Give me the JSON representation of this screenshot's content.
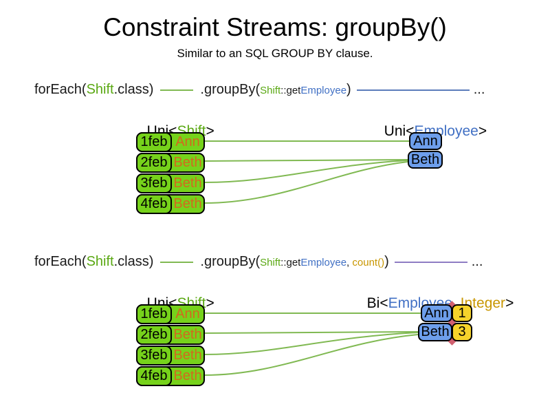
{
  "slide": {
    "title": "Constraint Streams: groupBy()",
    "subtitle": "Similar to an SQL GROUP BY clause."
  },
  "colors": {
    "shift_box_green": "#76d21b",
    "employee_box_blue": "#6d9eeb",
    "count_box_yellow": "#f6d32b",
    "shift_text_green": "#5aa813",
    "employee_text_blue": "#4170c4",
    "integer_text_gold": "#c89600",
    "employee_name_orange": "#d2691e",
    "connector_green": "#80b952",
    "connector_blue": "#5b7cba",
    "connector_purple": "#8e7cc3",
    "seam_diamond_pink": "#d06070"
  },
  "section1": {
    "code": {
      "foreach": "forEach(",
      "shift_type": "Shift",
      "class_suffix": ".class)",
      "groupby": ".groupBy(",
      "arg_shift": "Shift",
      "arg_get": "::get",
      "arg_employee": "Employee",
      "close_paren": ")",
      "ellipsis": "..."
    },
    "left_label": {
      "prefix": "Uni<",
      "type": "Shift",
      "suffix": ">"
    },
    "right_label": {
      "prefix": "Uni<",
      "type": "Employee",
      "suffix": ">"
    },
    "shifts": [
      {
        "date": "1feb",
        "employee": "Ann"
      },
      {
        "date": "2feb",
        "employee": "Beth"
      },
      {
        "date": "3feb",
        "employee": "Beth"
      },
      {
        "date": "4feb",
        "employee": "Beth"
      }
    ],
    "groups": [
      {
        "employee": "Ann"
      },
      {
        "employee": "Beth"
      }
    ]
  },
  "section2": {
    "code": {
      "foreach": "forEach(",
      "shift_type": "Shift",
      "class_suffix": ".class)",
      "groupby": ".groupBy(",
      "arg_shift": "Shift",
      "arg_get": "::get",
      "arg_employee": "Employee",
      "arg_comma": ", ",
      "arg_count": "count()",
      "close_paren": ")",
      "ellipsis": "..."
    },
    "left_label": {
      "prefix": "Uni<",
      "type": "Shift",
      "suffix": ">"
    },
    "right_label": {
      "prefix": "Bi<",
      "employee": "Employee",
      "comma": ", ",
      "integer": "Integer",
      "suffix": ">"
    },
    "shifts": [
      {
        "date": "1feb",
        "employee": "Ann"
      },
      {
        "date": "2feb",
        "employee": "Beth"
      },
      {
        "date": "3feb",
        "employee": "Beth"
      },
      {
        "date": "4feb",
        "employee": "Beth"
      }
    ],
    "groups": [
      {
        "employee": "Ann",
        "count": "1"
      },
      {
        "employee": "Beth",
        "count": "3"
      }
    ]
  }
}
